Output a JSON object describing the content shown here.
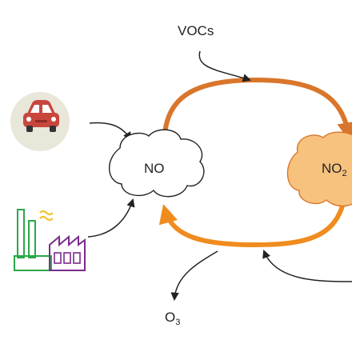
{
  "labels": {
    "vocs": "VOCs",
    "no": "NO",
    "no2_main": "NO",
    "no2_sub": "2",
    "o3_main": "O",
    "o3_sub": "3"
  },
  "icons": {
    "car": "car-icon",
    "factory": "factory-icon"
  },
  "colors": {
    "cycle_top": "#d9762b",
    "cycle_bottom": "#f08c1e",
    "no2_cloud": "#f7c27e",
    "car_circle": "#e9e6da",
    "car_body": "#c8473d",
    "factory_green": "#2aa84a",
    "factory_purple": "#7a2b8c",
    "smoke_yellow": "#f2c230"
  }
}
